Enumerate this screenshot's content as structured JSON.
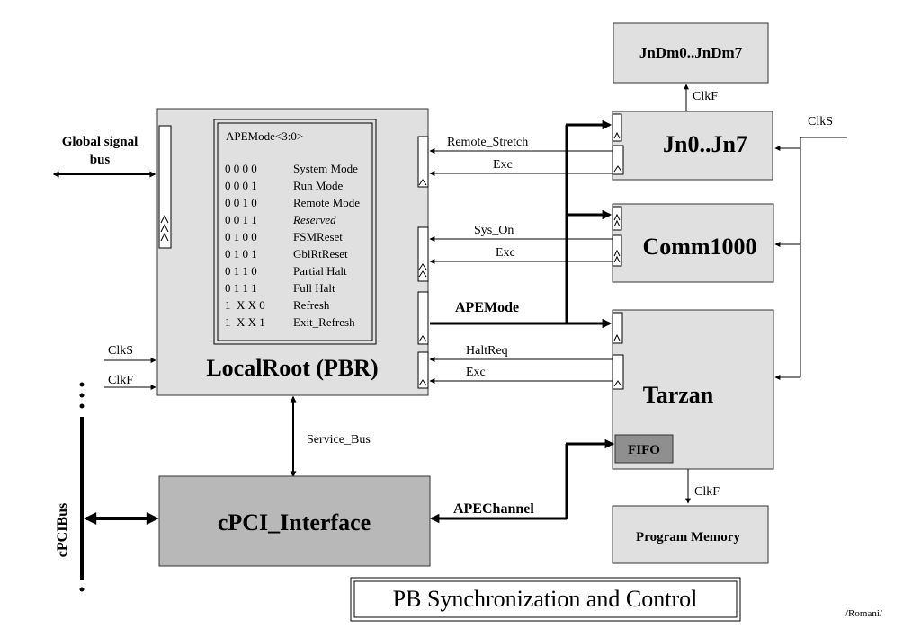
{
  "blocks": {
    "jndm": "JnDm0..JnDm7",
    "jn": "Jn0..Jn7",
    "comm": "Comm1000",
    "tarzan": "Tarzan",
    "fifo": "FIFO",
    "program_memory": "Program Memory",
    "localroot": "LocalRoot (PBR)",
    "cpci_interface": "cPCI_Interface",
    "cpcibus": "cPCIBus"
  },
  "apemode_table": {
    "header": "APEMode<3:0>",
    "rows": [
      {
        "code": "0 0 0 0",
        "label": "System Mode"
      },
      {
        "code": "0 0 0 1",
        "label": "Run Mode"
      },
      {
        "code": "0 0 1 0",
        "label": "Remote Mode"
      },
      {
        "code": "0 0 1 1",
        "label": "Reserved"
      },
      {
        "code": "0 1 0 0",
        "label": "FSMReset"
      },
      {
        "code": "0 1 0 1",
        "label": "GblRtReset"
      },
      {
        "code": "0 1 1 0",
        "label": "Partial Halt"
      },
      {
        "code": "0 1 1 1",
        "label": "Full Halt"
      },
      {
        "code": "1  X X 0",
        "label": "Refresh"
      },
      {
        "code": "1  X X 1",
        "label": "Exit_Refresh"
      }
    ]
  },
  "signals": {
    "global_signal_bus_line1": "Global signal",
    "global_signal_bus_line2": "bus",
    "remote_stretch": "Remote_Stretch",
    "exc1": "Exc",
    "sys_on": "Sys_On",
    "exc2": "Exc",
    "apemode": "APEMode",
    "haltreq": "HaltReq",
    "exc3": "Exc",
    "clks_left": "ClkS",
    "clkf_left": "ClkF",
    "clks_right": "ClkS",
    "clkf_top": "ClkF",
    "clkf_bottom": "ClkF",
    "service_bus": "Service_Bus",
    "apechannel": "APEChannel"
  },
  "caption": "PB Synchronization and Control",
  "author": "/Romani/"
}
